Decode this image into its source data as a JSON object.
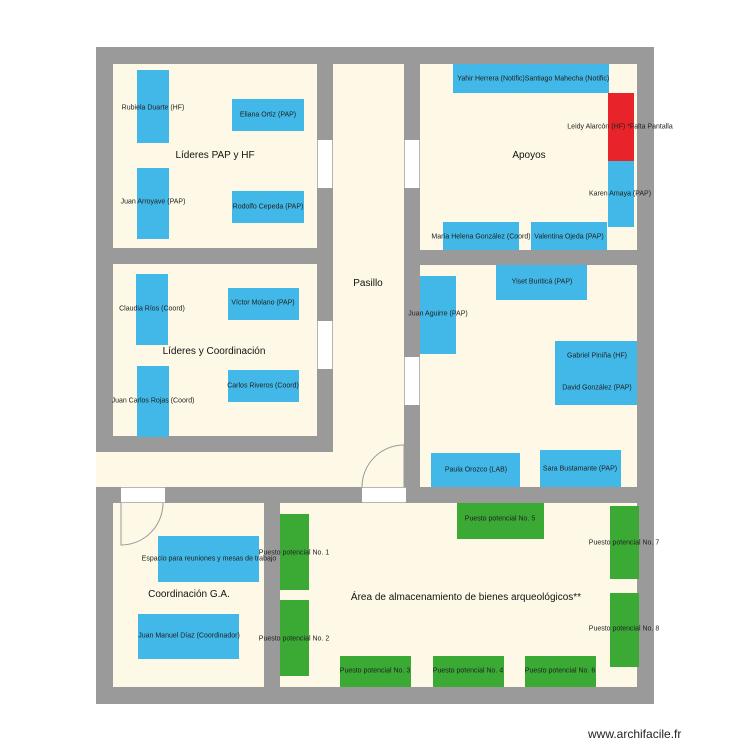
{
  "rooms": {
    "lideres_pap_hf": "Líderes PAP y HF",
    "lideres_coord": "Líderes y Coordinación",
    "pasillo": "Pasillo",
    "apoyos": "Apoyos",
    "coordinacion_ga": "Coordinación G.A.",
    "almacenamiento": "Área de almacenamiento de bienes arqueológicos**"
  },
  "desks": {
    "rubiela": "Rubiela Duarte (HF)",
    "eliana": "Eliana Ortiz (PAP)",
    "juan_arroyave": "Juan Arroyave (PAP)",
    "rodolfo": "Rodolfo Cepeda (PAP)",
    "claudia": "Claudia Ríos (Coord)",
    "victor": "Víctor Molano (PAP)",
    "juan_carlos": "Juan Carlos Rojas (Coord)",
    "carlos": "Carlos Riveros (Coord)",
    "yahir": "Yahir Herrera (Notific)",
    "santiago": "Santiago Mahecha (Notific)",
    "leidy": "Leidy Alarcón (HF) *Falta Pantalla",
    "karen": "Karen Amaya (PAP)",
    "maria": "María Helena González (Coord)",
    "valentina": "Valentina Ojeda (PAP)",
    "yiset": "Yiset Buriticá (PAP)",
    "juan_aguirre": "Juan Aguirre (PAP)",
    "gabriel": "Gabriel Piniña (HF)",
    "david": "David González (PAP)",
    "paula": "Paula Orozco (LAB)",
    "sara": "Sara Bustamante (PAP)",
    "espacio": "Espacio para reuniones y mesas de trabajo",
    "juan_manuel": "Juan Manuel Díaz (Coordinador)"
  },
  "puestos": {
    "p1": "Puesto potencial No. 1",
    "p2": "Puesto potencial No. 2",
    "p3": "Puesto potencial No. 3",
    "p4": "Puesto potencial No. 4",
    "p5": "Puesto potencial No. 5",
    "p6": "Puesto potencial No. 6",
    "p7": "Puesto potencial No. 7",
    "p8": "Puesto potencial No. 8"
  },
  "footer": "www.archifacile.fr",
  "colors": {
    "wall": "#9a9a9a",
    "room_fill": "#fdf9e6",
    "desk": "#41b8e8",
    "missing_screen": "#e8232a",
    "potential": "#3aaa35"
  }
}
